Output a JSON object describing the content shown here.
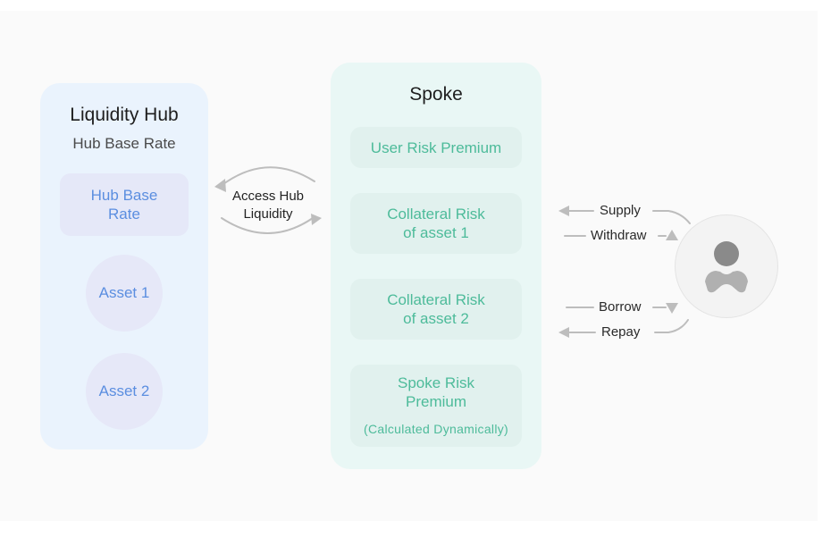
{
  "hub": {
    "title": "Liquidity Hub",
    "subtitle": "Hub Base Rate",
    "rate_box": "Hub Base Rate",
    "assets": [
      "Asset 1",
      "Asset 2"
    ]
  },
  "link": {
    "label_line1": "Access Hub",
    "label_line2": "Liquidity"
  },
  "spoke": {
    "title": "Spoke",
    "items": [
      {
        "line1": "User Risk Premium"
      },
      {
        "line1": "Collateral Risk",
        "line2": "of asset 1"
      },
      {
        "line1": "Collateral Risk",
        "line2": "of asset 2"
      },
      {
        "line1": "Spoke Risk",
        "line2": "Premium",
        "note": "(Calculated  Dynamically)"
      }
    ]
  },
  "user_actions": {
    "supply": "Supply",
    "withdraw": "Withdraw",
    "borrow": "Borrow",
    "repay": "Repay"
  },
  "user": {
    "icon": "user-avatar-icon"
  },
  "colors": {
    "hub_panel": "#eaf3fd",
    "hub_text": "#5b8ee0",
    "spoke_panel": "#e9f7f5",
    "spoke_text": "#4dbb9a",
    "arrow": "#b5b5b5"
  }
}
